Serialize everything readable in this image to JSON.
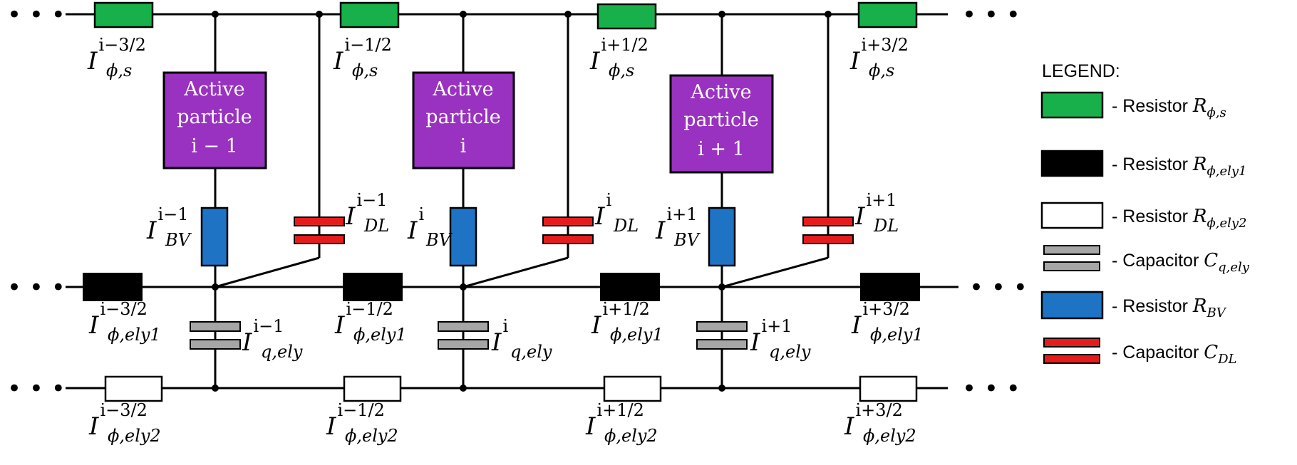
{
  "ellipsis": "• • •",
  "particles": [
    {
      "line1": "Active",
      "line2": "particle",
      "line3": "i − 1"
    },
    {
      "line1": "Active",
      "line2": "particle",
      "line3": "i"
    },
    {
      "line1": "Active",
      "line2": "particle",
      "line3": "i + 1"
    }
  ],
  "currents": {
    "base": "I",
    "phi_s_sub": "ϕ,s",
    "phi_ely1_sub": "ϕ,ely1",
    "phi_ely2_sub": "ϕ,ely2",
    "bv_sub": "BV",
    "dl_sub": "DL",
    "q_sub": "q,ely",
    "half_sups": [
      "i−3/2",
      "i−1/2",
      "i+1/2",
      "i+3/2"
    ],
    "int_sups": [
      "i−1",
      "i",
      "i+1"
    ]
  },
  "legend": {
    "title": "LEGEND:",
    "items": [
      {
        "icon": "green-resistor-icon",
        "color": "#18b04a",
        "text": "- Resistor ",
        "sym": "R",
        "sub": "ϕ,s"
      },
      {
        "icon": "black-resistor-icon",
        "color": "#000000",
        "text": "- Resistor ",
        "sym": "R",
        "sub": "ϕ,ely1"
      },
      {
        "icon": "white-resistor-icon",
        "color": "#ffffff",
        "text": "- Resistor ",
        "sym": "R",
        "sub": "ϕ,ely2"
      },
      {
        "icon": "gray-capacitor-icon",
        "color": "#a6a6a6",
        "text": "- Capacitor ",
        "sym": "C",
        "sub": "q,ely"
      },
      {
        "icon": "blue-resistor-icon",
        "color": "#1e73c4",
        "text": "- Resistor ",
        "sym": "R",
        "sub": "BV"
      },
      {
        "icon": "red-capacitor-icon",
        "color": "#e51c1c",
        "text": "- Capacitor ",
        "sym": "C",
        "sub": "DL"
      }
    ]
  },
  "colors": {
    "green": "#18b04a",
    "black": "#000000",
    "white": "#ffffff",
    "gray": "#a6a6a6",
    "blue": "#1e73c4",
    "red": "#e51c1c",
    "purple": "#9932c0"
  }
}
